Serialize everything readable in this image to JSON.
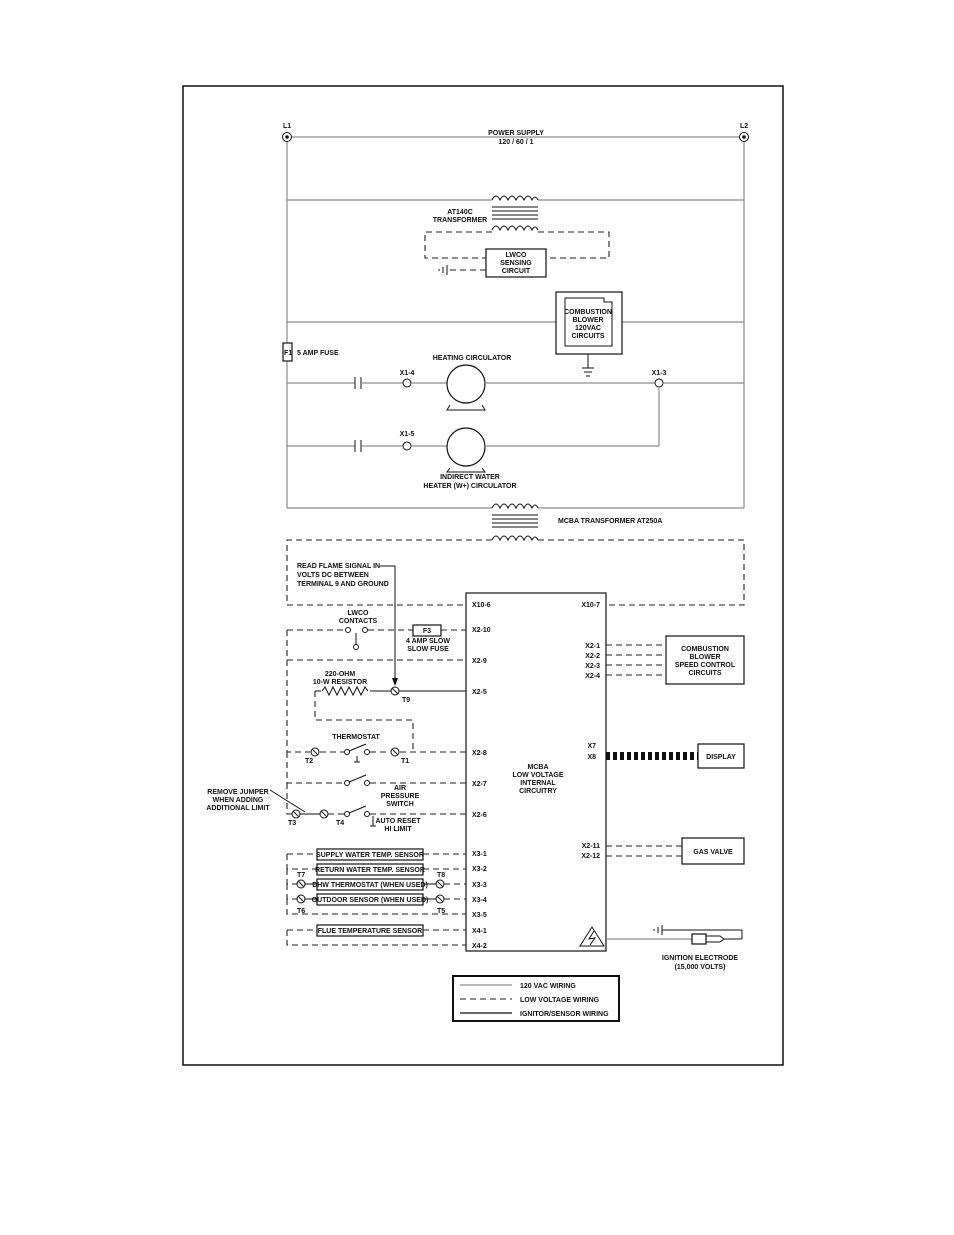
{
  "terminals_top": {
    "l1": "L1",
    "l2": "L2"
  },
  "power_supply": {
    "line1": "POWER SUPPLY",
    "line2": "120 / 60 / 1"
  },
  "transformer1": {
    "line1": "AT140C",
    "line2": "TRANSFORMER"
  },
  "lwco_sensing": {
    "line1": "LWCO",
    "line2": "SENSING",
    "line3": "CIRCUIT"
  },
  "combustion_blower_120": {
    "line1": "COMBUSTION",
    "line2": "BLOWER",
    "line3": "120VAC",
    "line4": "CIRCUITS"
  },
  "fuse1": {
    "tag": "F1",
    "label": "5 AMP FUSE"
  },
  "heating_circulator": {
    "label": "HEATING CIRCULATOR",
    "term_left": "X1-4",
    "term_right": "X1-3"
  },
  "indirect_circulator": {
    "term": "X1-5",
    "line1": "INDIRECT WATER",
    "line2": "HEATER (W+) CIRCULATOR"
  },
  "mcba_transformer": {
    "label": "MCBA TRANSFORMER AT250A"
  },
  "flame_signal": {
    "line1": "READ FLAME SIGNAL IN",
    "line2": "VOLTS DC BETWEEN",
    "line3": "TERMINAL 9 AND GROUND"
  },
  "mcba_terminals_left": [
    "X10-6",
    "X2-10",
    "X2-9",
    "X2-5",
    "X2-8",
    "X2-7",
    "X2-6",
    "X3-1",
    "X3-2",
    "X3-3",
    "X3-4",
    "X3-5",
    "X4-1",
    "X4-2"
  ],
  "mcba_terminals_right": {
    "x10_7": "X10-7",
    "blower": [
      "X2-1",
      "X2-2",
      "X2-3",
      "X2-4"
    ],
    "x7": "X7",
    "x8": "X8",
    "gas": [
      "X2-11",
      "X2-12"
    ]
  },
  "mcba_center": {
    "line1": "MCBA",
    "line2": "LOW VOLTAGE",
    "line3": "INTERNAL",
    "line4": "CIRCUITRY"
  },
  "lwco_contacts": {
    "line1": "LWCO",
    "line2": "CONTACTS"
  },
  "fuse3": {
    "tag": "F3",
    "line1": "4 AMP SLOW",
    "line2": "SLOW FUSE"
  },
  "resistor": {
    "line1": "220-OHM",
    "line2": "10-W RESISTOR",
    "t9": "T9"
  },
  "thermostat": {
    "label": "THERMOSTAT",
    "t2": "T2",
    "t1": "T1"
  },
  "air_switch": {
    "line1": "AIR",
    "line2": "PRESSURE",
    "line3": "SWITCH"
  },
  "jumper_note": {
    "line1": "REMOVE JUMPER",
    "line2": "WHEN ADDING",
    "line3": "ADDITIONAL LIMIT"
  },
  "hi_limit": {
    "t3": "T3",
    "t4": "T4",
    "line1": "AUTO RESET",
    "line2": "HI LIMIT"
  },
  "sensors": {
    "supply": "SUPPLY WATER TEMP. SENSOR",
    "return": "RETURN WATER TEMP. SENSOR",
    "dhw": "DHW THERMOSTAT (WHEN USED)",
    "outdoor": "OUTDOOR SENSOR (WHEN USED)",
    "flue": "FLUE TEMPERATURE SENSOR",
    "t5": "T5",
    "t6": "T6",
    "t7": "T7",
    "t8": "T8"
  },
  "blower_speed": {
    "line1": "COMBUSTION",
    "line2": "BLOWER",
    "line3": "SPEED CONTROL",
    "line4": "CIRCUITS"
  },
  "display": {
    "label": "DISPLAY"
  },
  "gas_valve": {
    "label": "GAS VALVE"
  },
  "ignition": {
    "line1": "IGNITION ELECTRODE",
    "line2": "(15,000 VOLTS)"
  },
  "legend": {
    "vac": "120 VAC WIRING",
    "low": "LOW VOLTAGE WIRING",
    "ign": "IGNITOR/SENSOR WIRING"
  }
}
